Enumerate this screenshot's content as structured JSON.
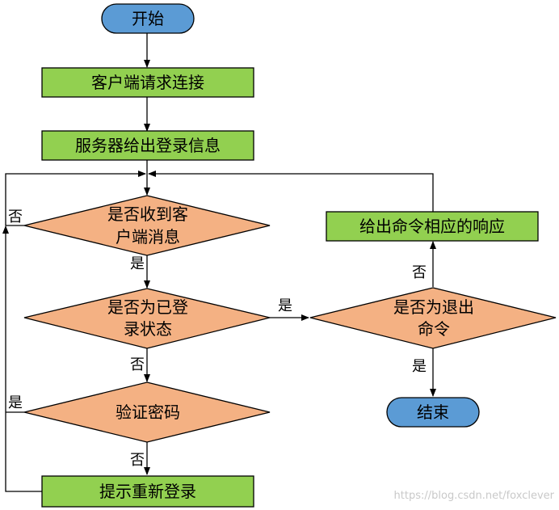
{
  "nodes": {
    "start": "开始",
    "connect": "客户端请求连接",
    "server_info": "服务器给出登录信息",
    "recv_msg": [
      "是否收到客",
      "户端消息"
    ],
    "logged_in": [
      "是否为已登",
      "录状态"
    ],
    "verify": "验证密码",
    "relogin": "提示重新登录",
    "exit_cmd": [
      "是否为退出",
      "命令"
    ],
    "respond": "给出命令相应的响应",
    "end": "结束"
  },
  "edge_labels": {
    "recv_no": "否",
    "recv_yes": "是",
    "logged_yes": "是",
    "logged_no": "否",
    "verify_yes": "是",
    "verify_no": "否",
    "exit_no": "否",
    "exit_yes": "是"
  },
  "watermark": "https://blog.csdn.net/foxclever",
  "colors": {
    "terminal_fill": "#5B9BD5",
    "process_fill": "#92D050",
    "decision_fill": "#F4B183",
    "stroke": "#000000"
  }
}
